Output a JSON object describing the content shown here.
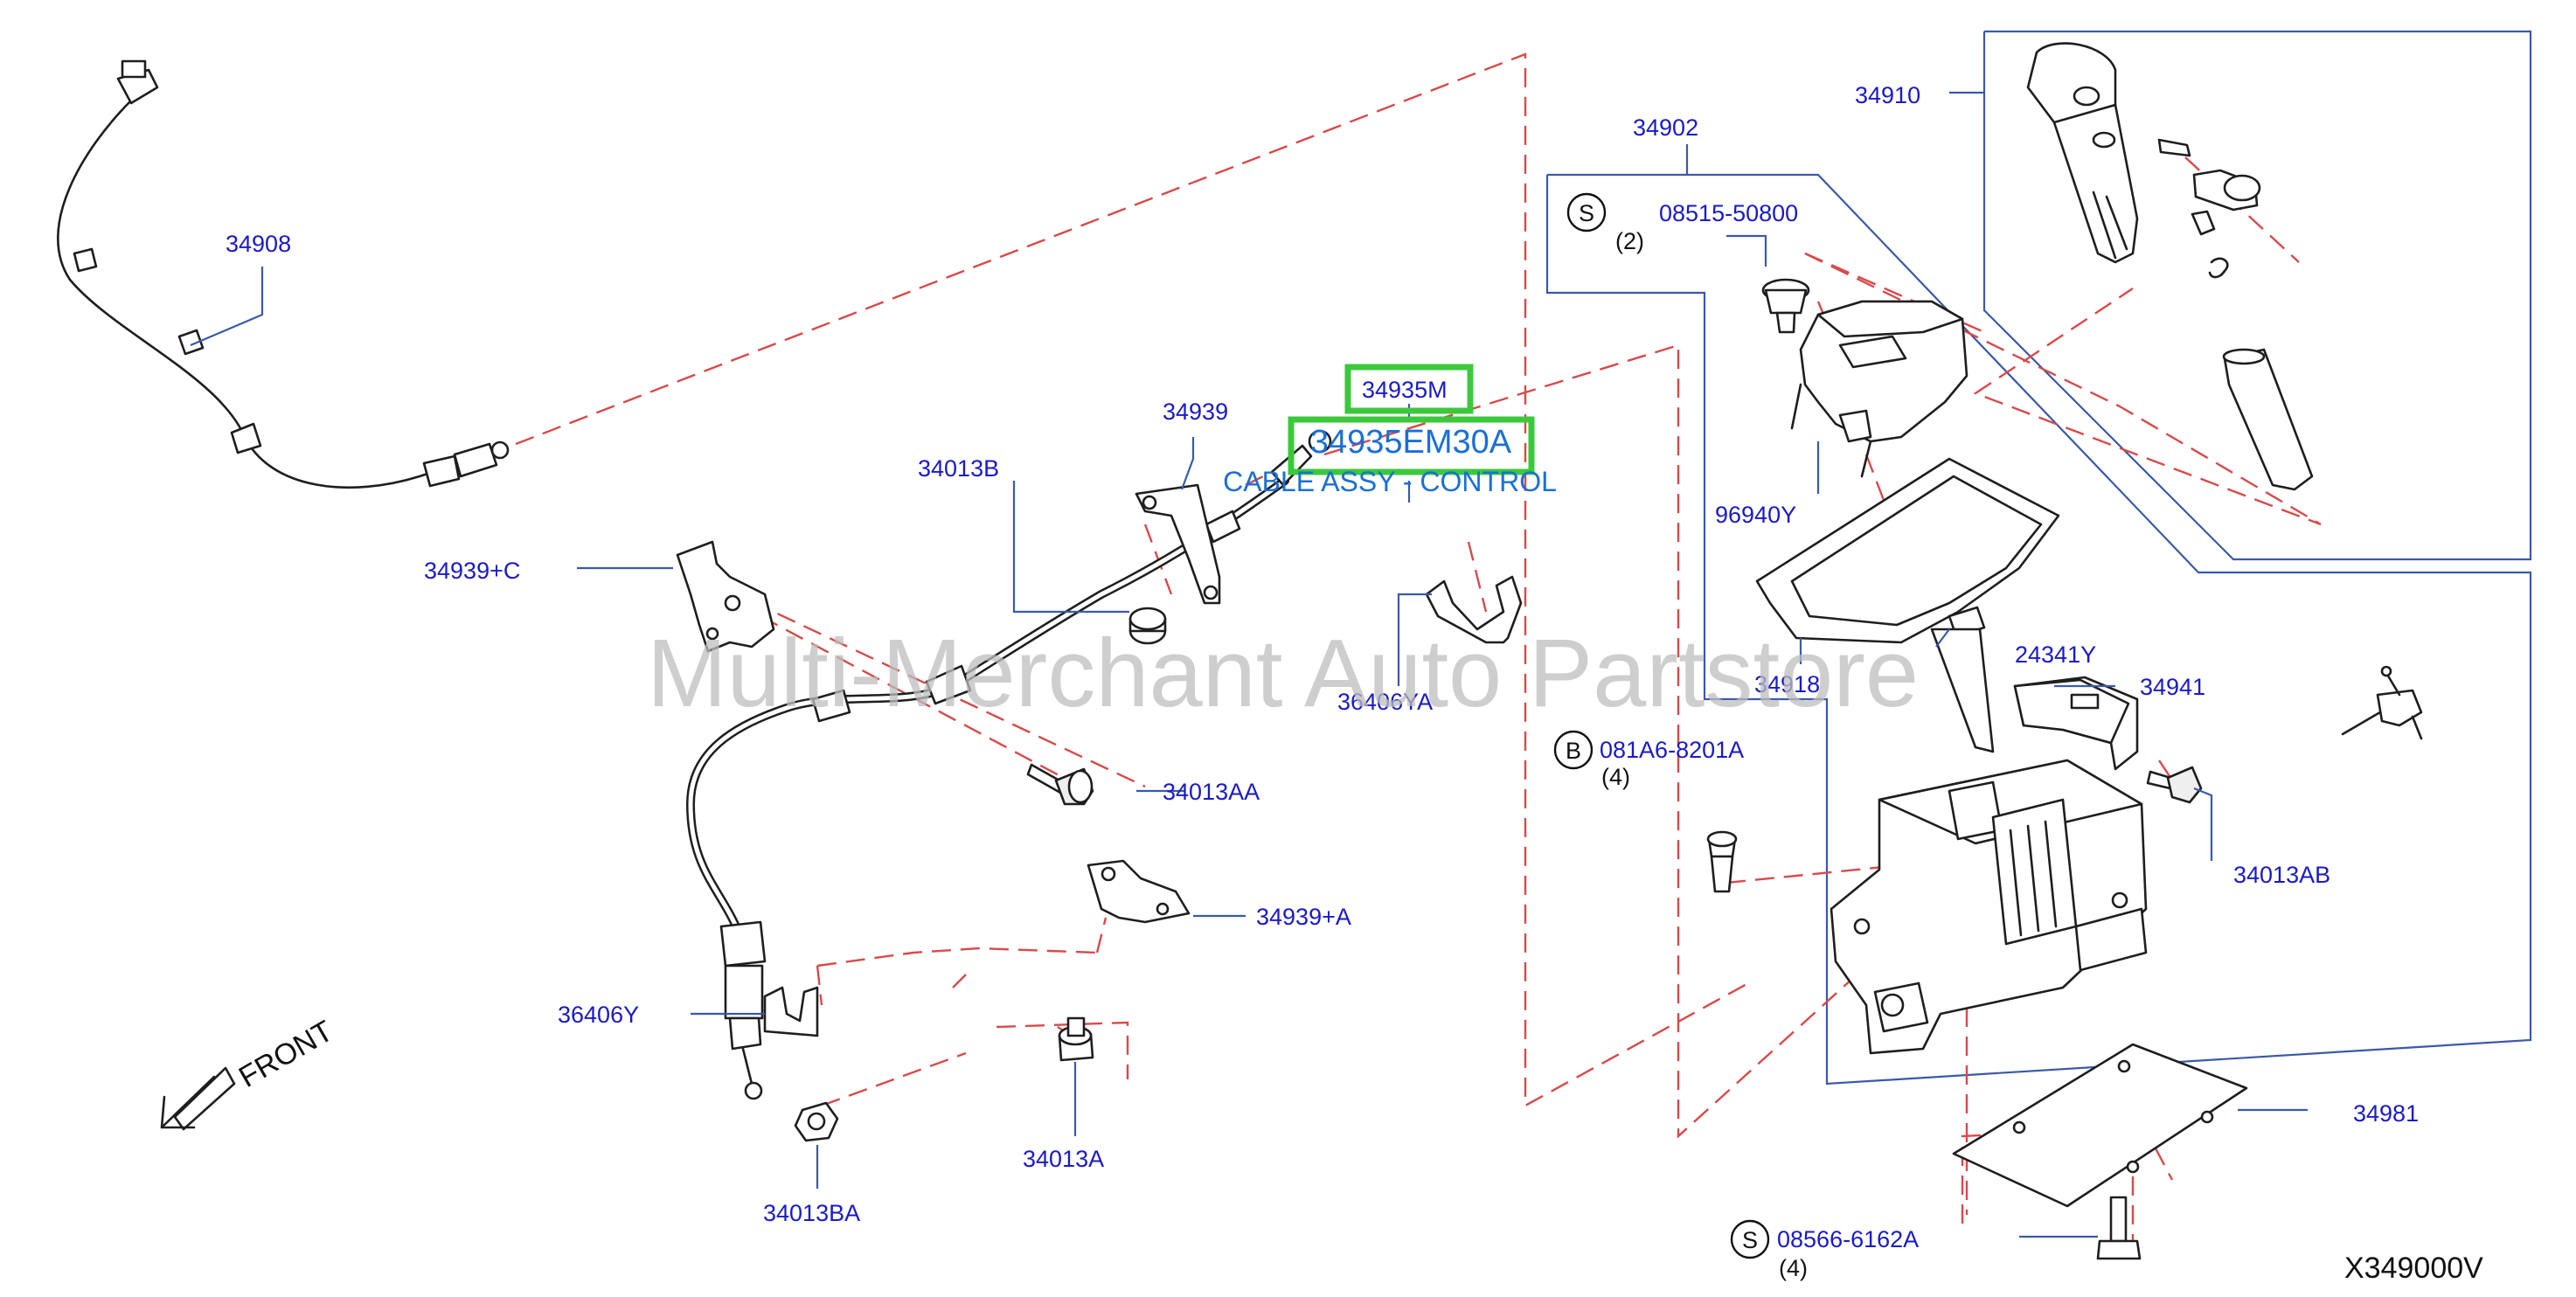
{
  "watermark": "Multi-Merchant Auto Partstore",
  "diagram_code": "X349000V",
  "front_label": "FRONT",
  "highlight": {
    "part_number": "34935EM30A",
    "description": "CABLE ASSY - CONTROL"
  },
  "labels": {
    "p34908": "34908",
    "p34939": "34939",
    "p34935M": "34935M",
    "p34013B": "34013B",
    "p34939C": "34939+C",
    "p36406YA": "36406YA",
    "p34013AA": "34013AA",
    "p34939A": "34939+A",
    "p36406Y": "36406Y",
    "p34013A": "34013A",
    "p34013BA": "34013BA",
    "p34902": "34902",
    "p34910": "34910",
    "p96940Y": "96940Y",
    "p34918": "34918",
    "p24341Y": "24341Y",
    "p34941": "34941",
    "p34013AB": "34013AB",
    "p34981": "34981",
    "p08515": "08515-50800",
    "p08515_qty": "(2)",
    "p081A6": "081A6-8201A",
    "p081A6_qty": "(4)",
    "p08566": "08566-6162A",
    "p08566_qty": "(4)"
  },
  "callout_symbols": {
    "s1": "S",
    "b1": "B",
    "s2": "S"
  },
  "colors": {
    "label_text": "#1a1ac8",
    "highlight_box": "#3cc83c",
    "highlight_text": "#1a6fd6",
    "dashed_line": "#d84a4a",
    "leader_line": "#3a5aa8"
  }
}
